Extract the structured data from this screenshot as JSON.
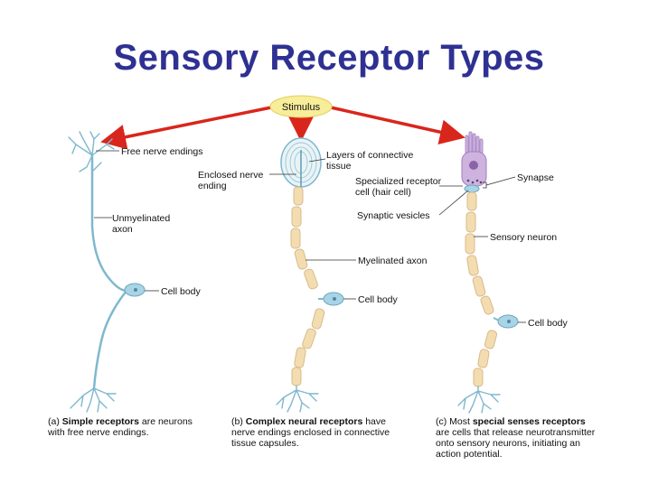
{
  "title": "Sensory Receptor Types",
  "colors": {
    "title": "#2e3192",
    "arrow": "#d9261c",
    "nerve": "#7fb8cf",
    "cellbody": "#a9d4e6",
    "myelin": "#f3ddb0",
    "myelin_edge": "#d9b98a",
    "stimulus": "#f7ed9a",
    "hair_cell": "#cdb3de"
  },
  "stimulus": {
    "label": "Stimulus"
  },
  "panels": {
    "a": {
      "labels": {
        "free_nerve_endings": "Free nerve endings",
        "unmyelinated_1": "Unmyelinated",
        "unmyelinated_2": "axon",
        "cell_body": "Cell body"
      },
      "caption": {
        "letter": "(a) ",
        "bold": "Simple receptors",
        "line1_rest": " are neurons",
        "line2": "with free nerve endings."
      }
    },
    "b": {
      "labels": {
        "layers_1": "Layers of connective",
        "layers_2": "tissue",
        "enclosed_1": "Enclosed nerve",
        "enclosed_2": "ending",
        "myelinated_axon": "Myelinated axon",
        "cell_body": "Cell body"
      },
      "caption": {
        "letter": "(b) ",
        "bold": "Complex neural receptors",
        "line1_rest": " have",
        "line2": "nerve endings enclosed in connective",
        "line3": "tissue capsules."
      }
    },
    "c": {
      "labels": {
        "synapse": "Synapse",
        "specialized_1": "Specialized receptor",
        "specialized_2": "cell (hair cell)",
        "synaptic_vesicles": "Synaptic vesicles",
        "sensory_neuron": "Sensory neuron",
        "cell_body": "Cell body"
      },
      "caption": {
        "letter": "(c) Most ",
        "bold": "special senses receptors",
        "line2": "are cells that release neurotransmitter",
        "line3": "onto sensory neurons, initiating an",
        "line4": "action potential."
      }
    }
  }
}
